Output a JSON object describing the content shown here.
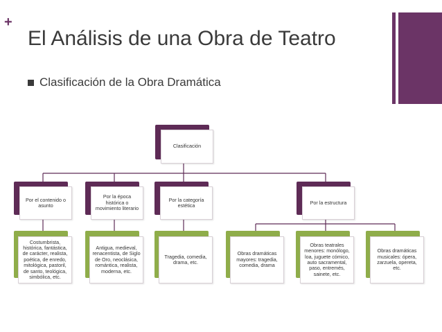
{
  "slide": {
    "title": "El Análisis de una Obra de Teatro",
    "bullet": "Clasificación de la Obra Dramática"
  },
  "diagram": {
    "root": "Clasificación",
    "categories": [
      "Por el contenido o asunto",
      "Por la época histórica o movimiento literario",
      "Por la categoría estética",
      "Por la estructura"
    ],
    "details": [
      "Costumbrista, histórica, fantástica, de carácter, realista, poética, de enredo, mitológica, pastoril, de santo, teológica, simbólica, etc.",
      "Antigua, medieval, renacentista, de Siglo de Oro, neoclásica, romántica, realista, moderna, etc.",
      "Tragedia, comedia, drama, etc.",
      "Obras dramáticas mayores: tragedia, comedia, drama",
      "Obras teatrales menores: monólogo, loa, juguete cómico, auto sacramental, paso, entremés, sainete, etc.",
      "Obras dramáticas musicales: ópera, zarzuela, opereta, etc."
    ]
  }
}
